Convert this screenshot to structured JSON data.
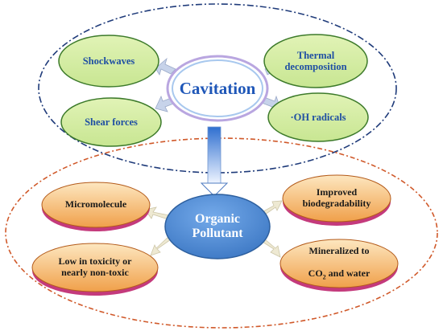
{
  "top_cluster": {
    "center_label": "Cavitation",
    "nodes": [
      {
        "id": "shockwaves",
        "label": "Shockwaves"
      },
      {
        "id": "thermal",
        "label": "Thermal\ndecomposition"
      },
      {
        "id": "shear",
        "label": "Shear forces"
      },
      {
        "id": "oh",
        "label": "·OH radicals"
      }
    ]
  },
  "bottom_cluster": {
    "center_label": "Organic\nPollutant",
    "nodes": [
      {
        "id": "micro",
        "label": "Micromolecule"
      },
      {
        "id": "biodeg",
        "label": "Improved\nbiodegradability"
      },
      {
        "id": "toxicity",
        "label": "Low in toxicity or\nnearly non-toxic"
      },
      {
        "id": "mineral",
        "label": "Mineralized to",
        "label_line2_main": "CO",
        "label_line2_sub": "2",
        "label_line2_tail": " and water"
      }
    ]
  },
  "colors": {
    "green_fill": "#d5eda3",
    "green_stroke": "#3c7a2a",
    "orange_fill_light": "#fde7c0",
    "orange_fill_dark": "#f1a24a",
    "orange_shadow": "#c43a7c",
    "pollutant_fill": "#4f8fd4",
    "top_border": "#1f3b7a",
    "bottom_border": "#d0592a",
    "arrow_fill": "#c7d3ea",
    "down_arrow": "#3d7fd9"
  }
}
